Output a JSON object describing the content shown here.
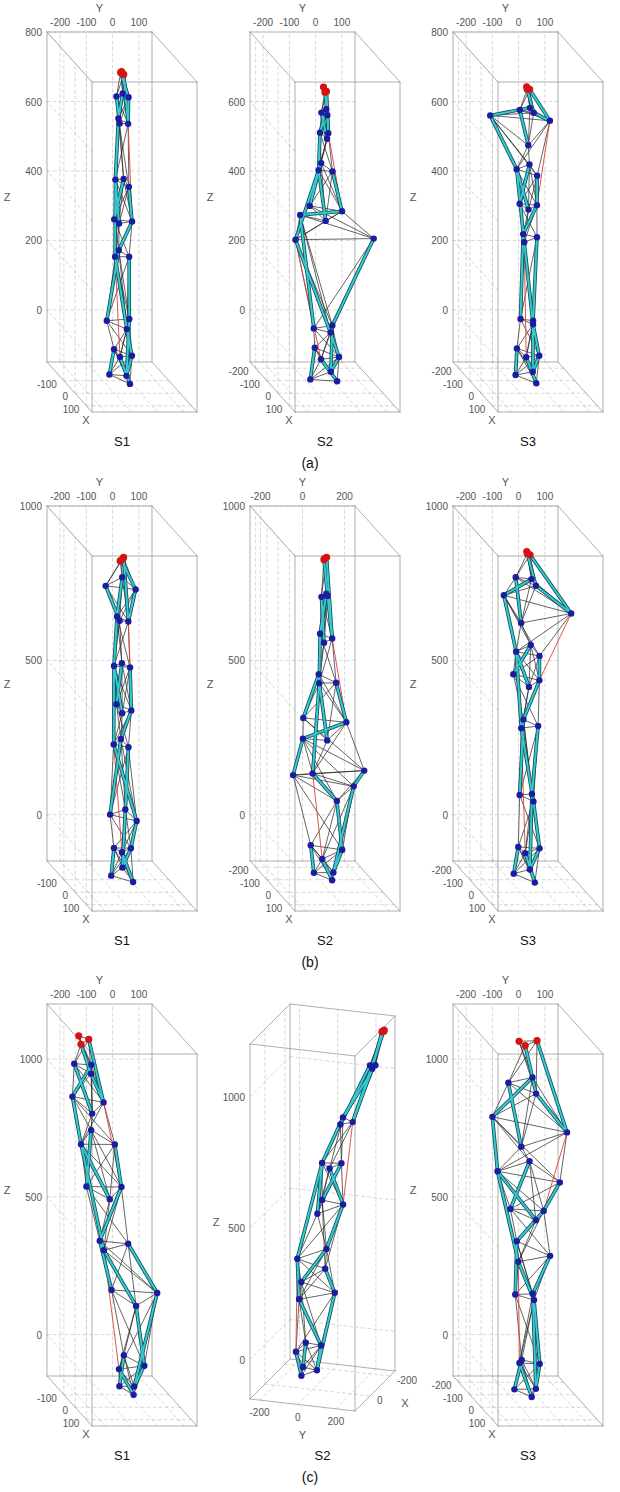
{
  "diagram": {
    "labels": [
      "Y",
      "-200",
      "-100",
      "0",
      "100",
      "Z",
      "800",
      "600",
      "400",
      "200",
      "0",
      "-100",
      "0",
      "100",
      "X",
      "S1",
      "Y",
      "-200",
      "-100",
      "0",
      "100",
      "Z",
      "600",
      "400",
      "200",
      "0",
      "-200",
      "-100",
      "0",
      "100",
      "X",
      "S2",
      "Y",
      "-200",
      "-100",
      "0",
      "100",
      "Z",
      "800",
      "600",
      "400",
      "200",
      "0",
      "-200",
      "-100",
      "0",
      "100",
      "X",
      "S3",
      "(a)",
      "Y",
      "-200",
      "-100",
      "0",
      "100",
      "Z",
      "1000",
      "500",
      "0",
      "-100",
      "0",
      "100",
      "X",
      "S1",
      "Y",
      "-200",
      "0",
      "200",
      "Z",
      "1000",
      "500",
      "0",
      "-200",
      "-100",
      "0",
      "100",
      "X",
      "S2",
      "Y",
      "-200",
      "-100",
      "0",
      "100",
      "Z",
      "1000",
      "500",
      "0",
      "-200",
      "-100",
      "0",
      "100",
      "X",
      "S3",
      "(b)",
      "Y",
      "-200",
      "-100",
      "0",
      "100",
      "Z",
      "1000",
      "500",
      "0",
      "-100",
      "0",
      "100",
      "X",
      "S1",
      "Z",
      "1000",
      "500",
      "0",
      "Y",
      "-200",
      "0",
      "200",
      "-200",
      "0",
      "X",
      "S2",
      "Y",
      "-200",
      "-100",
      "0",
      "100",
      "Z",
      "1000",
      "500",
      "0",
      "-200",
      "-100",
      "0",
      "100",
      "X",
      "S3",
      "(c)"
    ]
  }
}
